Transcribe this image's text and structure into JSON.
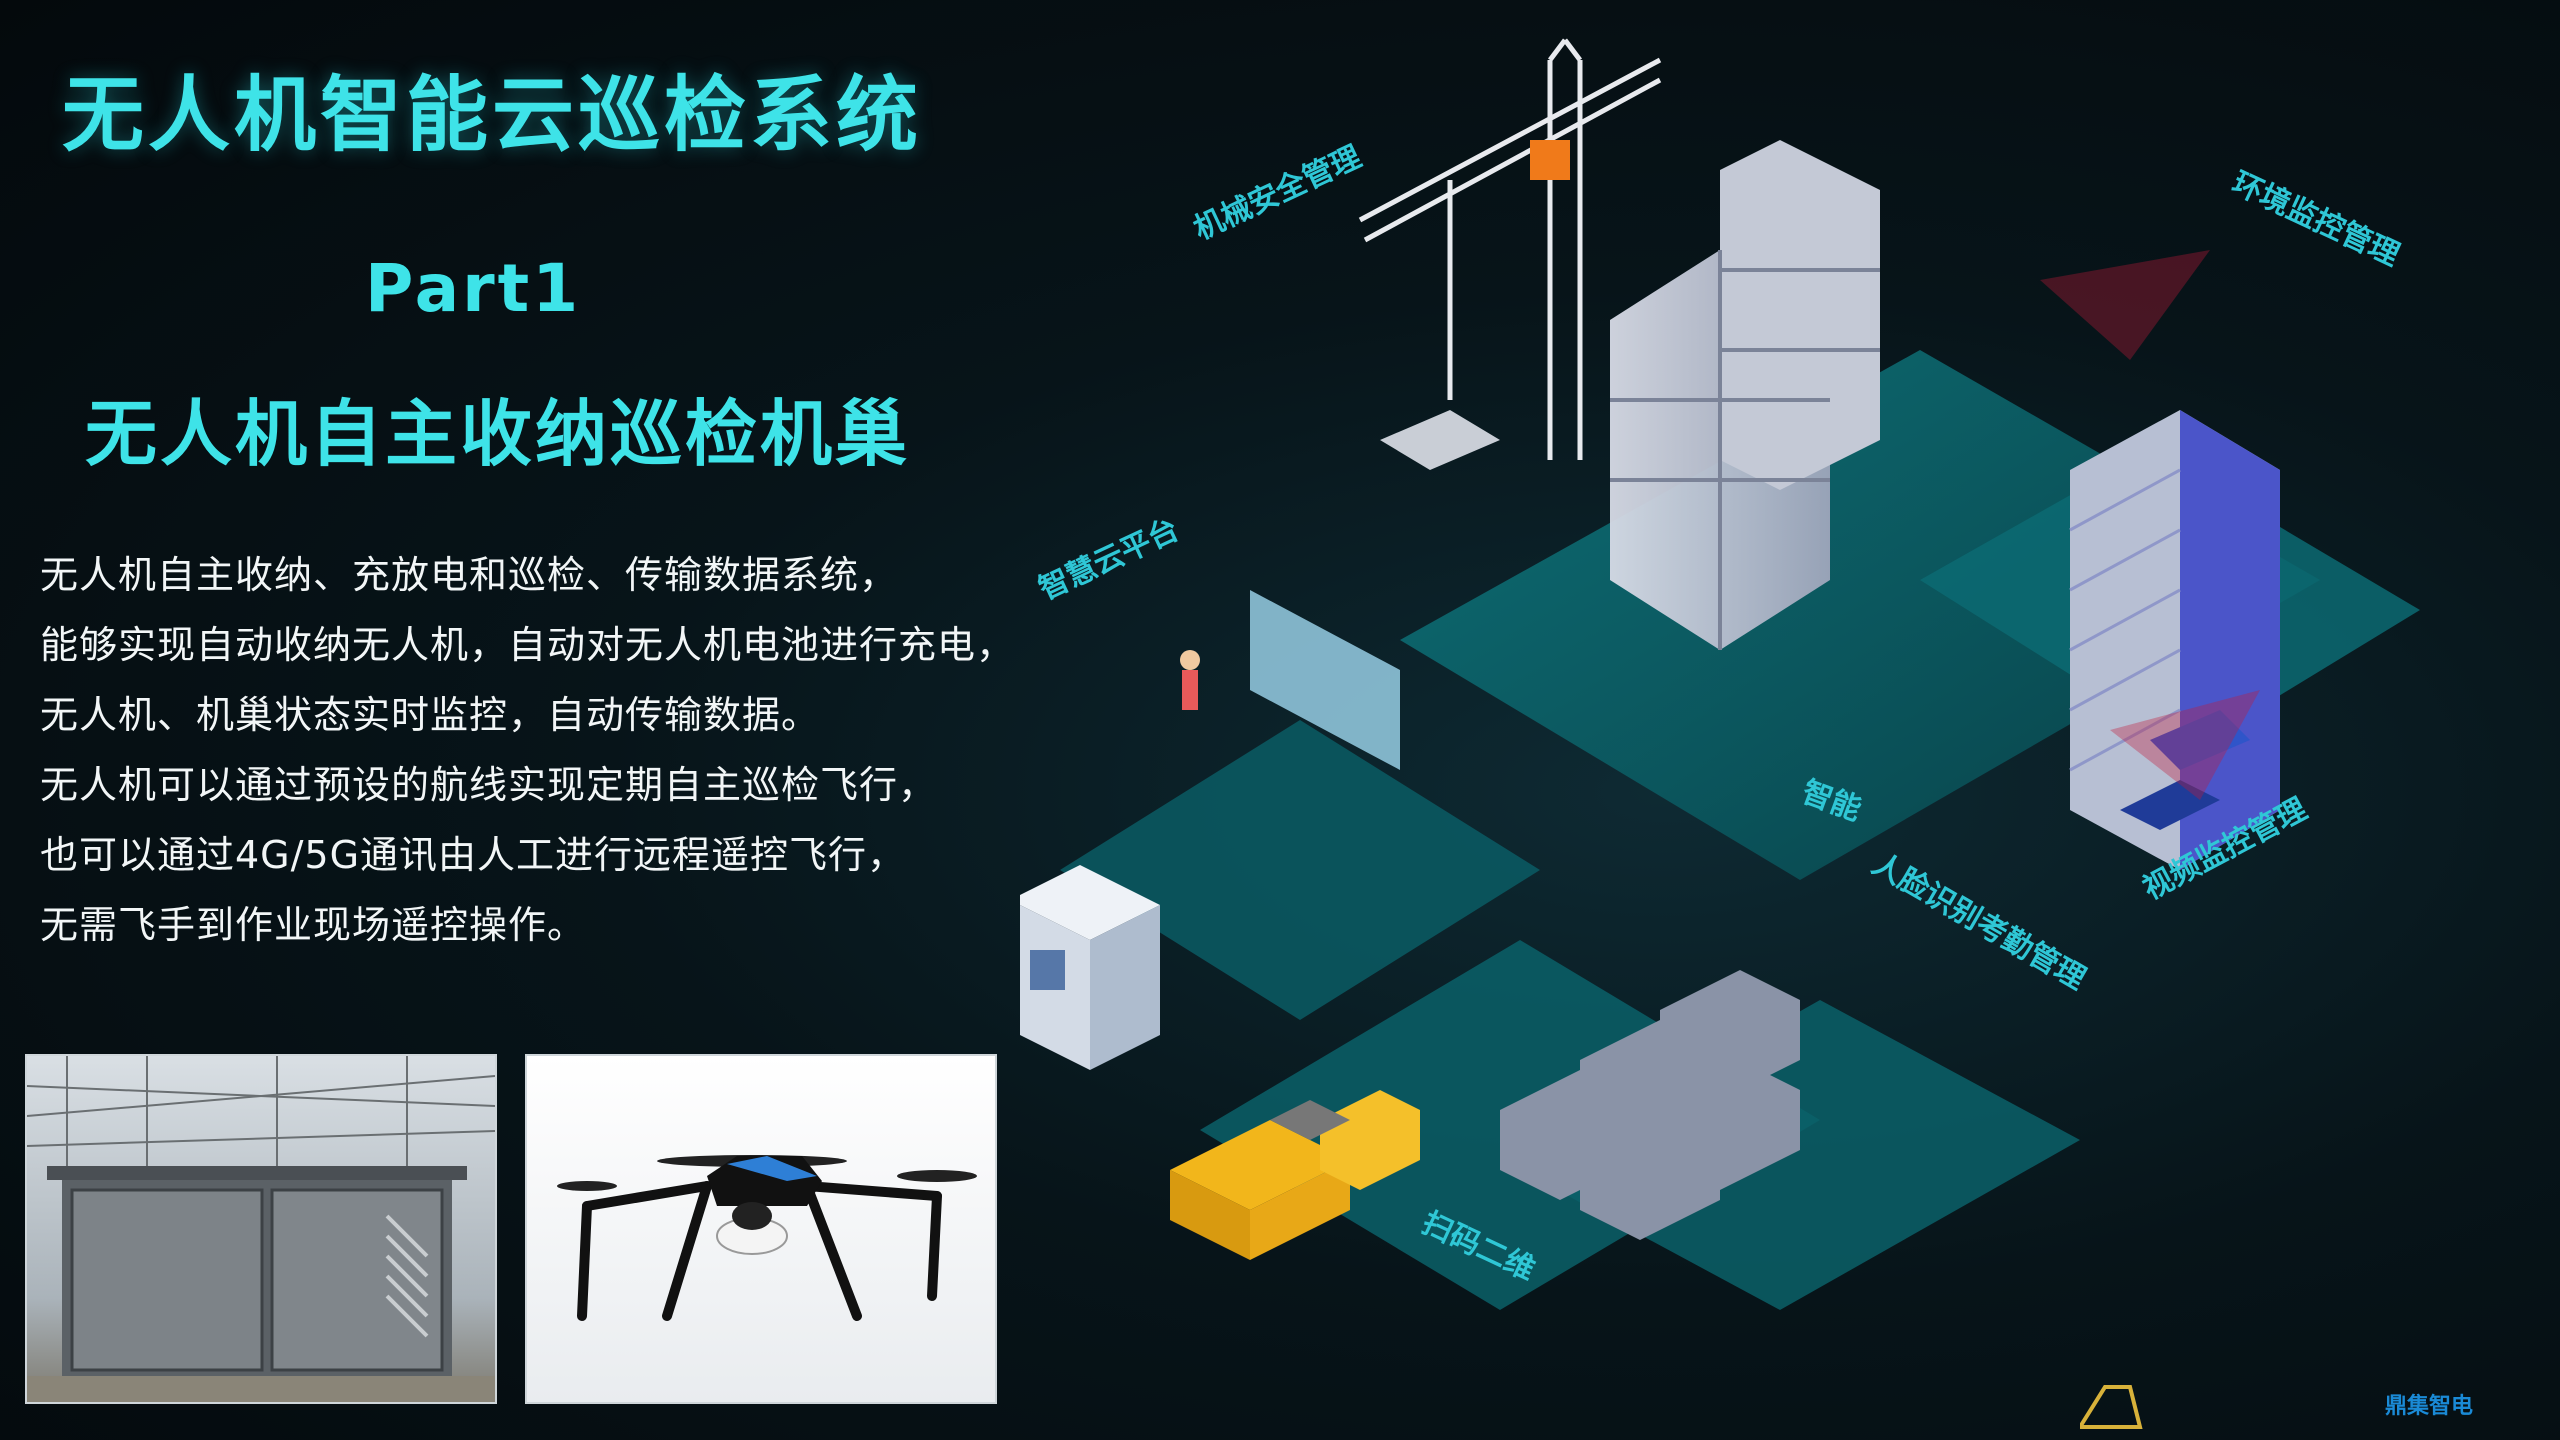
{
  "title": "无人机智能云巡检系统",
  "part": "Part1",
  "subtitle": "无人机自主收纳巡检机巢",
  "description": [
    "无人机自主收纳、充放电和巡检、传输数据系统，",
    "能够实现自动收纳无人机，自动对无人机电池进行充电，",
    "无人机、机巢状态实时监控，自动传输数据。",
    "无人机可以通过预设的航线实现定期自主巡检飞行，",
    "也可以通过4G/5G通讯由人工进行远程遥控飞行，",
    "无需飞手到作业现场遥控操作。"
  ],
  "scene_labels": {
    "machinery": "机械安全管理",
    "environment": "环境监控管理",
    "cloud": "智慧云平台",
    "face": "人脸识别考勤管理",
    "monitor": "视频监控管理",
    "smart": "智能",
    "qr": "扫码二维"
  },
  "logo": "鼎集智电",
  "colors": {
    "accent": "#3ee3e8",
    "background": "#071419",
    "platform": "#0d6e74"
  }
}
